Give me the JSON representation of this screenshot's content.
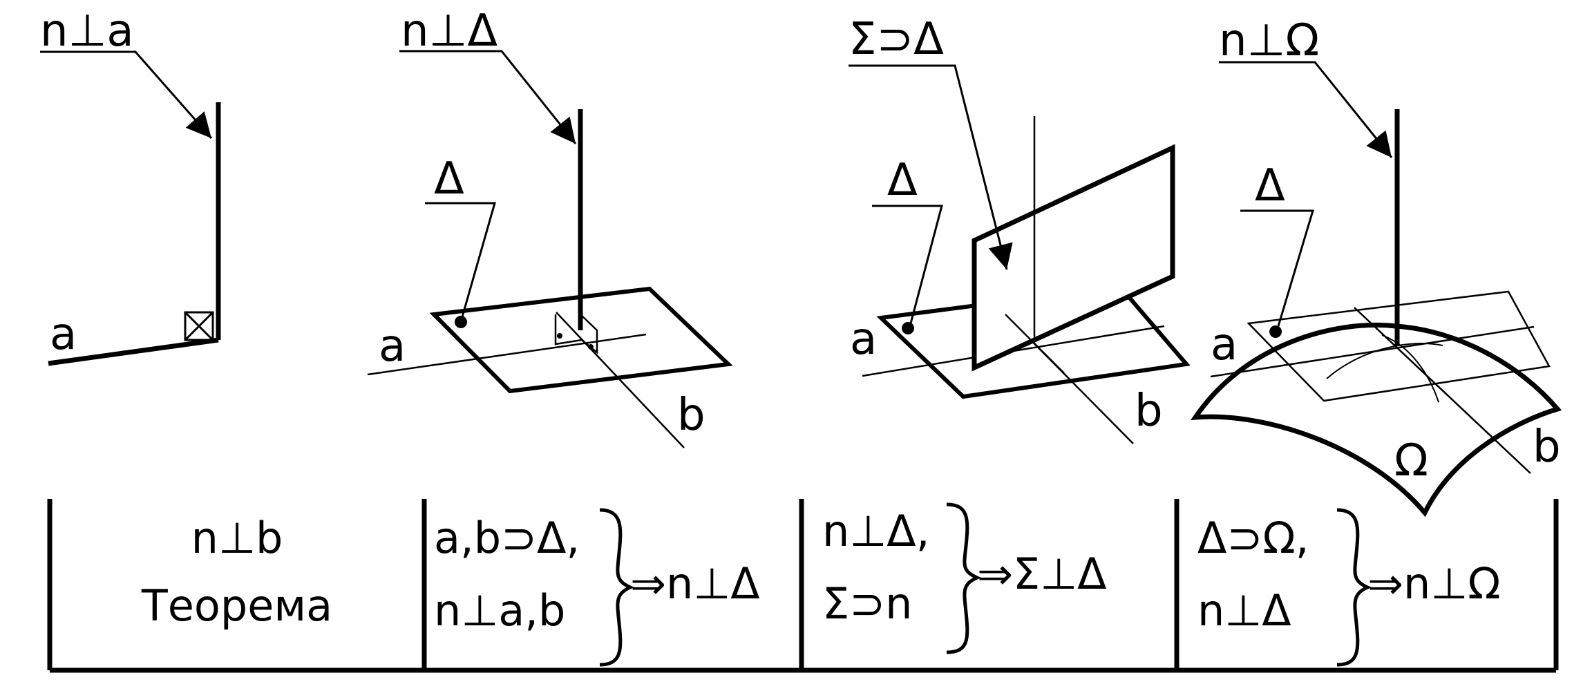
{
  "panel1": {
    "callout": "n⊥a",
    "line_a": "a"
  },
  "panel2": {
    "callout": "n⊥Δ",
    "plane": "Δ",
    "line_a": "a",
    "line_b": "b"
  },
  "panel3": {
    "callout": "Σ⊃Δ",
    "plane": "Δ",
    "line_a": "a",
    "line_b": "b"
  },
  "panel4": {
    "callout": "n⊥Ω",
    "plane": "Δ",
    "line_a": "a",
    "line_b": "b",
    "surface": "Ω"
  },
  "table": {
    "cell1": {
      "line1": "n⊥b",
      "line2": "Теорема"
    },
    "cell2": {
      "line1": "a,b⊃Δ,",
      "line2": "n⊥a,b",
      "result": "⇒n⊥Δ"
    },
    "cell3": {
      "line1": "n⊥Δ,",
      "line2": "Σ⊃n",
      "result": "⇒Σ⊥Δ"
    },
    "cell4": {
      "line1": "Δ⊃Ω,",
      "line2": "n⊥Δ",
      "result": "⇒n⊥Ω"
    }
  }
}
